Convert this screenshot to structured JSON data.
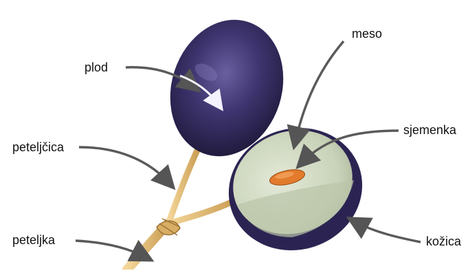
{
  "labels": {
    "plod": "plod",
    "meso": "meso",
    "sjemenka": "sjemenka",
    "peteljcica": "peteljčica",
    "peteljka": "peteljka",
    "kozica": "kožica"
  },
  "colors": {
    "skin": "#2e2650",
    "skin_highlight": "#6a5fa0",
    "flesh": "#c8d2b8",
    "flesh_light": "#dfe6d2",
    "seed": "#e0782a",
    "stem": "#e8c27a",
    "arrow": "#5a5a5a",
    "inner_arrow": "#b9b4f0"
  }
}
